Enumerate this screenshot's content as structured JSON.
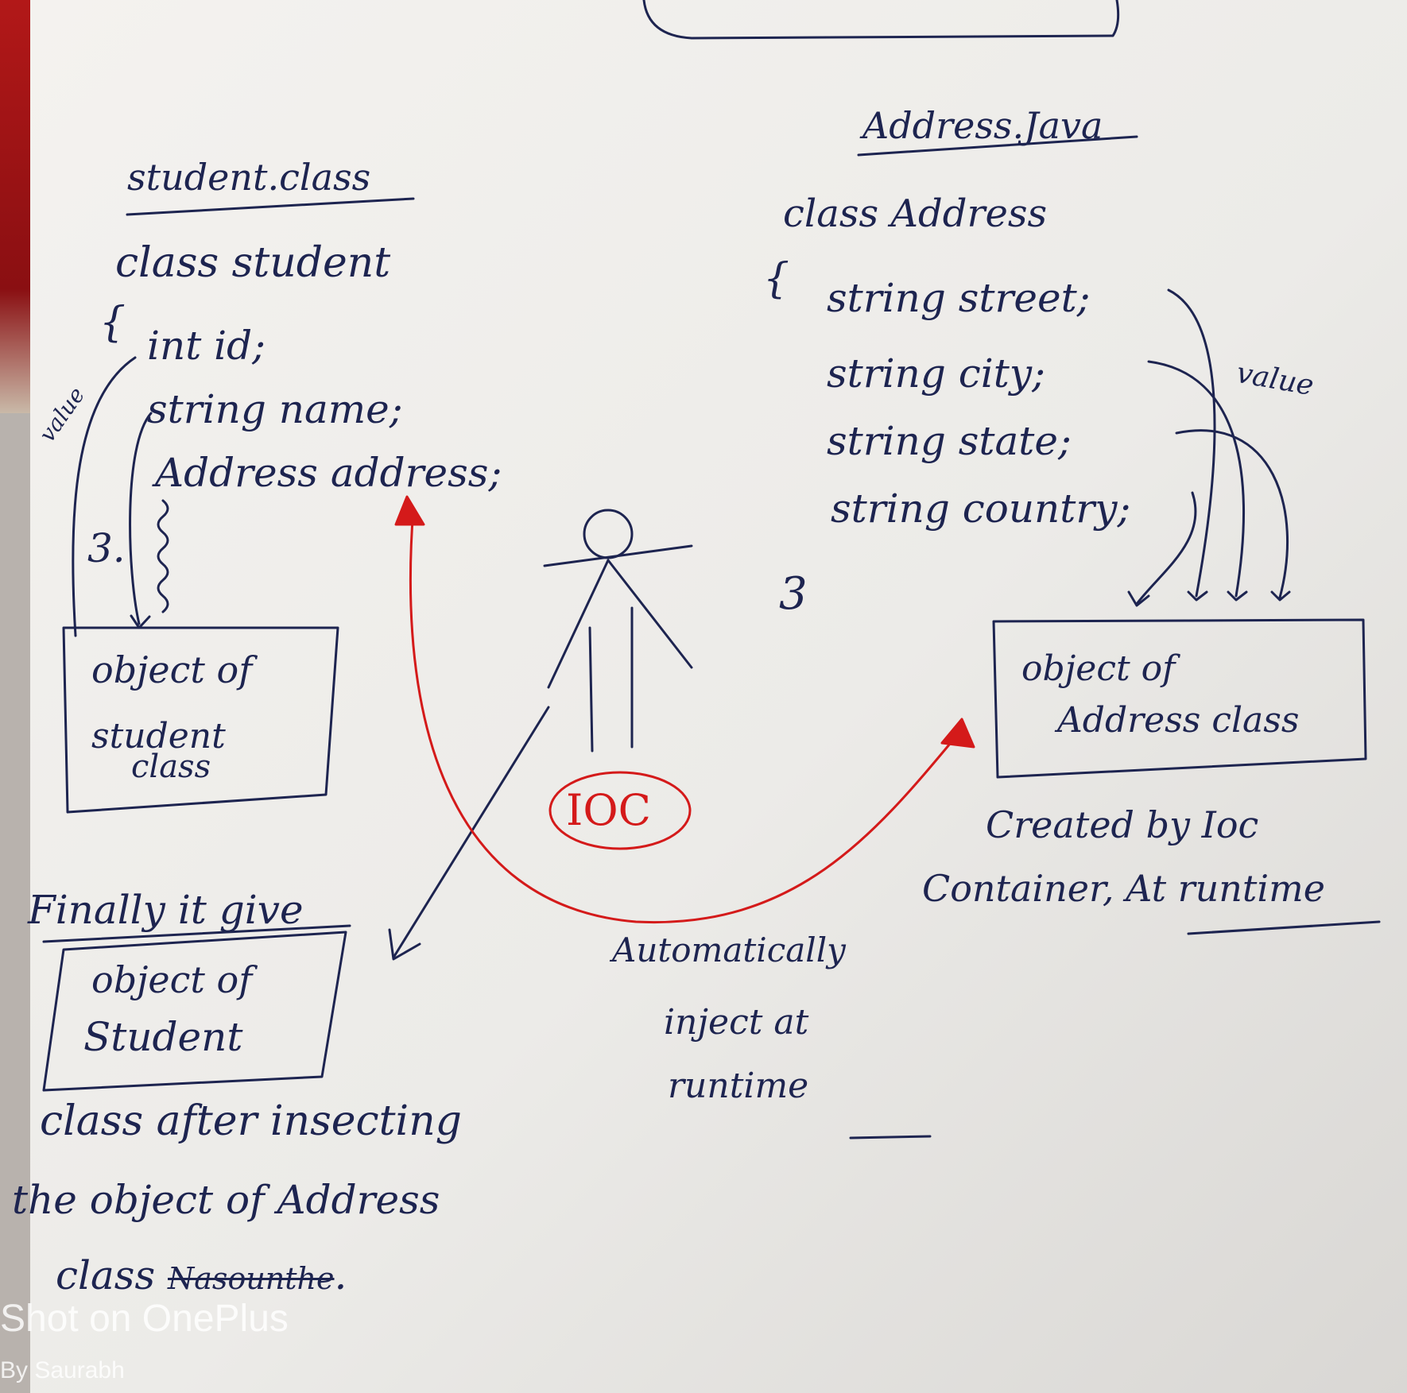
{
  "student": {
    "file": "student.class",
    "decl": "class student",
    "open_brace": "{",
    "f1": "int id;",
    "f2": "string name;",
    "f3": "Address address;",
    "close_brace": "3.",
    "value_note": "value",
    "box_line1": "object of",
    "box_line2": "student",
    "box_line3": "class"
  },
  "address": {
    "file": "Address.Java",
    "decl": "class Address",
    "open_brace": "{",
    "f1": "string street;",
    "f2": "string city;",
    "f3": "string state;",
    "f4": "string country;",
    "close_brace": "3",
    "value_note": "value",
    "box_line1": "object of",
    "box_line2": "Address class",
    "note1": "Created by Ioc",
    "note2": "Container, At runtime"
  },
  "ioc": {
    "label": "IOC"
  },
  "center_note": {
    "l1": "Automatically",
    "l2": "inject at",
    "l3": "runtime"
  },
  "final": {
    "caption": "Finally it give",
    "box_line1": "object of",
    "box_line2": "Student",
    "n1": "class after insecting",
    "n2": "the object of Address",
    "n3": "class",
    "n3_struck": "Nasounthe",
    "n3_end": "."
  },
  "watermark": {
    "line1": "Shot on OnePlus",
    "line2": "By Saurabh"
  },
  "colors": {
    "ink": "#1d2450",
    "red": "#d41a1a",
    "paper": "#efedea"
  }
}
